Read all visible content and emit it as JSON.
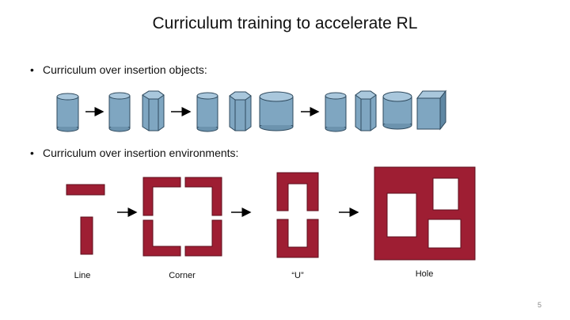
{
  "slide": {
    "title": "Curriculum training to accelerate RL",
    "bullets": {
      "objects": "Curriculum over insertion objects:",
      "environments": "Curriculum over insertion environments:"
    },
    "bullet_symbol": "•",
    "environment_labels": {
      "line": "Line",
      "corner": "Corner",
      "u": "“U”",
      "hole": "Hole"
    },
    "page_number": "5"
  },
  "colors": {
    "object_fill": "#7fa6c1",
    "object_top": "#a9c7dc",
    "object_stroke": "#2f4a5e",
    "environment_fill": "#9e1e33",
    "environment_stroke": "#5e0f1d",
    "arrow": "#000000"
  }
}
